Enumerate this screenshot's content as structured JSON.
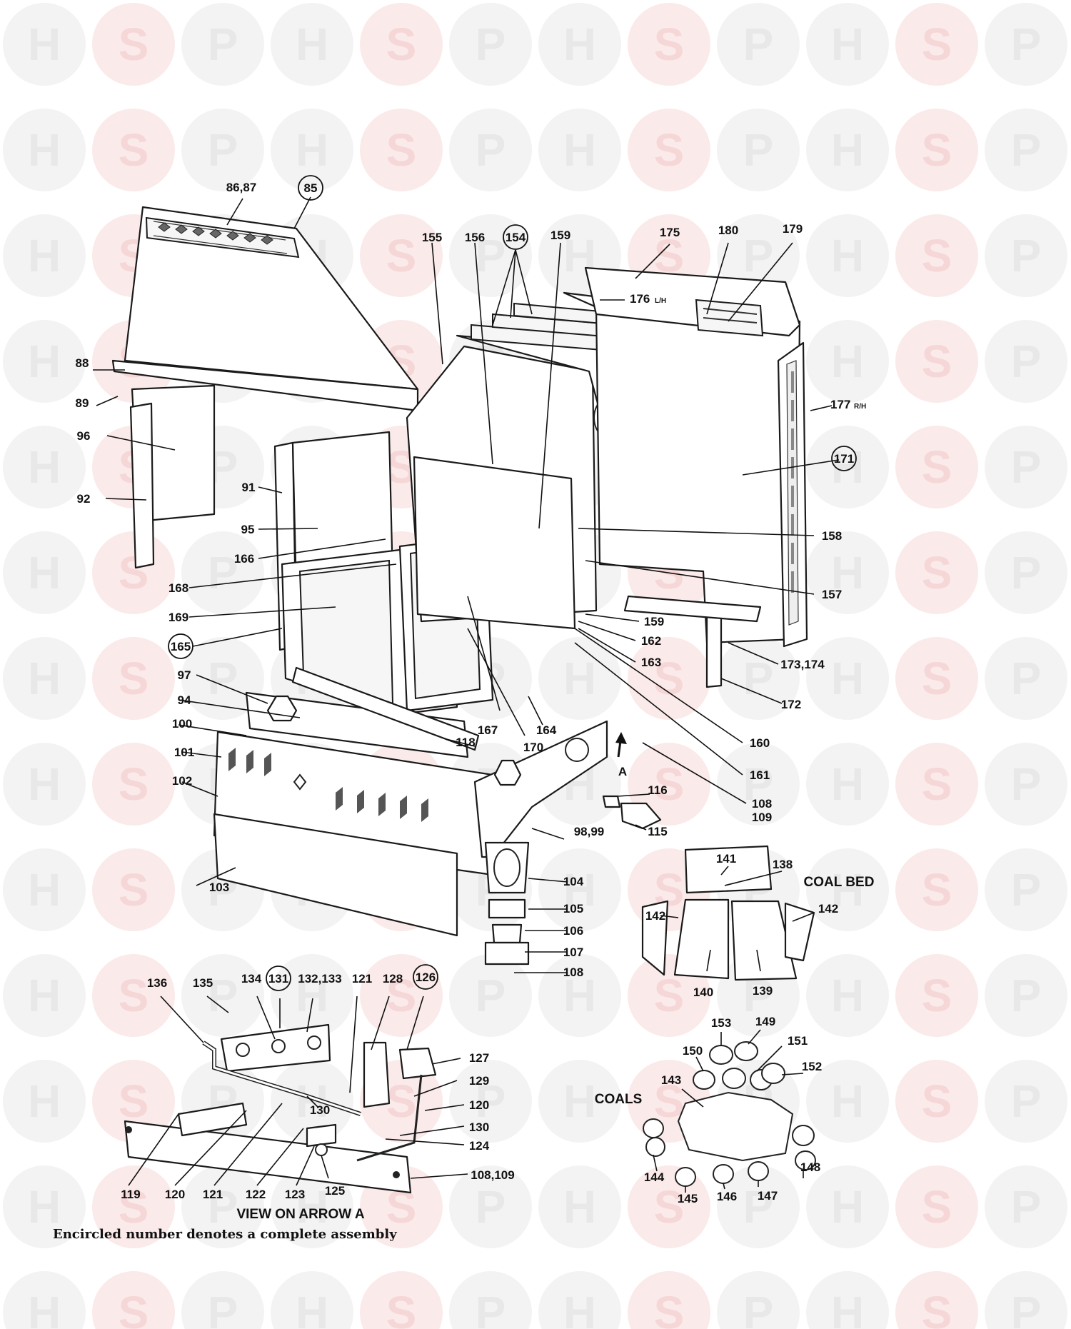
{
  "watermark": {
    "letters": [
      "H",
      "S",
      "P"
    ],
    "colors": {
      "H": "#e8e8e8",
      "S": "#f6d7d7",
      "P": "#e8e8e8"
    }
  },
  "labels": {
    "l85": "85",
    "l8687": "86,87",
    "l88": "88",
    "l89": "89",
    "l96": "96",
    "l92": "92",
    "l91": "91",
    "l95": "95",
    "l166": "166",
    "l168": "168",
    "l169": "169",
    "l165": "165",
    "l97": "97",
    "l94": "94",
    "l100": "100",
    "l101": "101",
    "l102": "102",
    "l103": "103",
    "l118": "118",
    "l167": "167",
    "l170": "170",
    "l164": "164",
    "l9899": "98,99",
    "l104": "104",
    "l105": "105",
    "l106": "106",
    "l107": "107",
    "l108a": "108",
    "l155": "155",
    "l156": "156",
    "l154": "154",
    "l159a": "159",
    "l175": "175",
    "l180": "180",
    "l179": "179",
    "l176": "176",
    "l176s": "L/H",
    "l177": "177",
    "l177s": "R/H",
    "l171": "171",
    "l158": "158",
    "l157": "157",
    "l159b": "159",
    "l162": "162",
    "l163": "163",
    "l173174": "173,174",
    "l172": "172",
    "l160": "160",
    "l161": "161",
    "l108b": "108",
    "l109": "109",
    "lA": "A",
    "l116": "116",
    "l115": "115",
    "l141": "141",
    "l138": "138",
    "l142a": "142",
    "l142b": "142",
    "l140": "140",
    "l139": "139",
    "lcoalbed": "COAL BED",
    "l153": "153",
    "l149": "149",
    "l150": "150",
    "l151": "151",
    "l152": "152",
    "l143": "143",
    "lcoals": "COALS",
    "l144": "144",
    "l145": "145",
    "l146": "146",
    "l147": "147",
    "l148": "148",
    "l136": "136",
    "l135": "135",
    "l134": "134",
    "l131": "131",
    "l132133": "132,133",
    "l121a": "121",
    "l128": "128",
    "l126": "126",
    "l127": "127",
    "l129": "129",
    "l120a": "120",
    "l130a": "130",
    "l130b": "130",
    "l124": "124",
    "l108109": "108,109",
    "l119": "119",
    "l120b": "120",
    "l121b": "121",
    "l122": "122",
    "l123": "123",
    "l125": "125"
  },
  "view_title": "VIEW ON ARROW A",
  "footnote": "Encircled number denotes a complete assembly"
}
